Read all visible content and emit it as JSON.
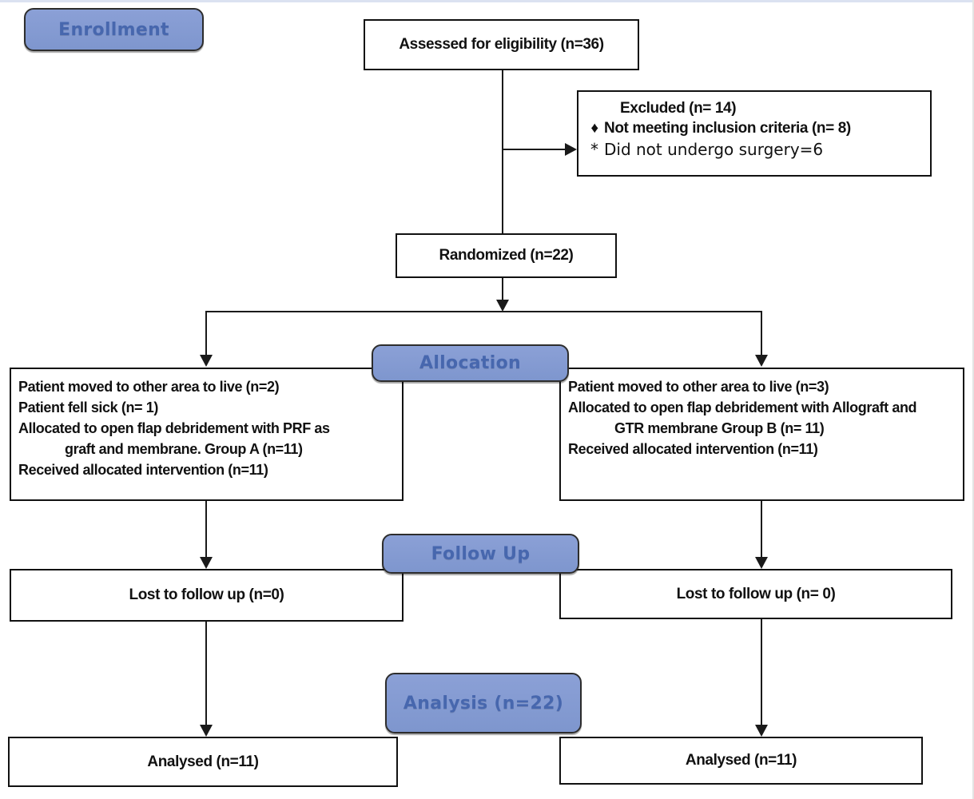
{
  "palette": {
    "bg": "#ffffff",
    "top_edge": "#dbe2f1",
    "right_edge": "#e3e3e3",
    "stage_fill": "#7e96ce",
    "stage_fill_light": "#8ba0d6",
    "stage_border": "#2d2d2d",
    "stage_text": "#4767ae",
    "box_border": "#111111",
    "line_color": "#1a1a1a",
    "text_color": "#111111"
  },
  "stage_labels": {
    "enrollment": "Enrollment",
    "allocation": "Allocation",
    "follow_up": "Follow Up",
    "analysis": "Analysis (n=22)"
  },
  "flow": {
    "assessed": "Assessed for eligibility (n=36)",
    "excluded_title": "Excluded (n= 14)",
    "excluded_items": [
      {
        "bullet": "♦",
        "text": "Not meeting inclusion criteria (n= 8)"
      },
      {
        "bullet": "*",
        "text": "Did not undergo surgery=6"
      }
    ],
    "randomized": "Randomized (n=22)",
    "allocation_left_lines": [
      "Patient moved to other area to live (n=2)",
      "Patient fell sick (n= 1)",
      "Allocated to open flap debridement with PRF as",
      "graft and membrane. Group A (n=11)",
      "Received allocated intervention (n=11)"
    ],
    "allocation_right_lines": [
      "Patient moved to other area to live (n=3)",
      "Allocated to open flap debridement with Allograft and",
      "GTR membrane Group B (n= 11)",
      "Received allocated intervention (n=11)"
    ],
    "follow_up_left": "Lost to follow up (n=0)",
    "follow_up_right": "Lost to follow up (n= 0)",
    "analysed_left": "Analysed (n=11)",
    "analysed_right": "Analysed (n=11)"
  }
}
